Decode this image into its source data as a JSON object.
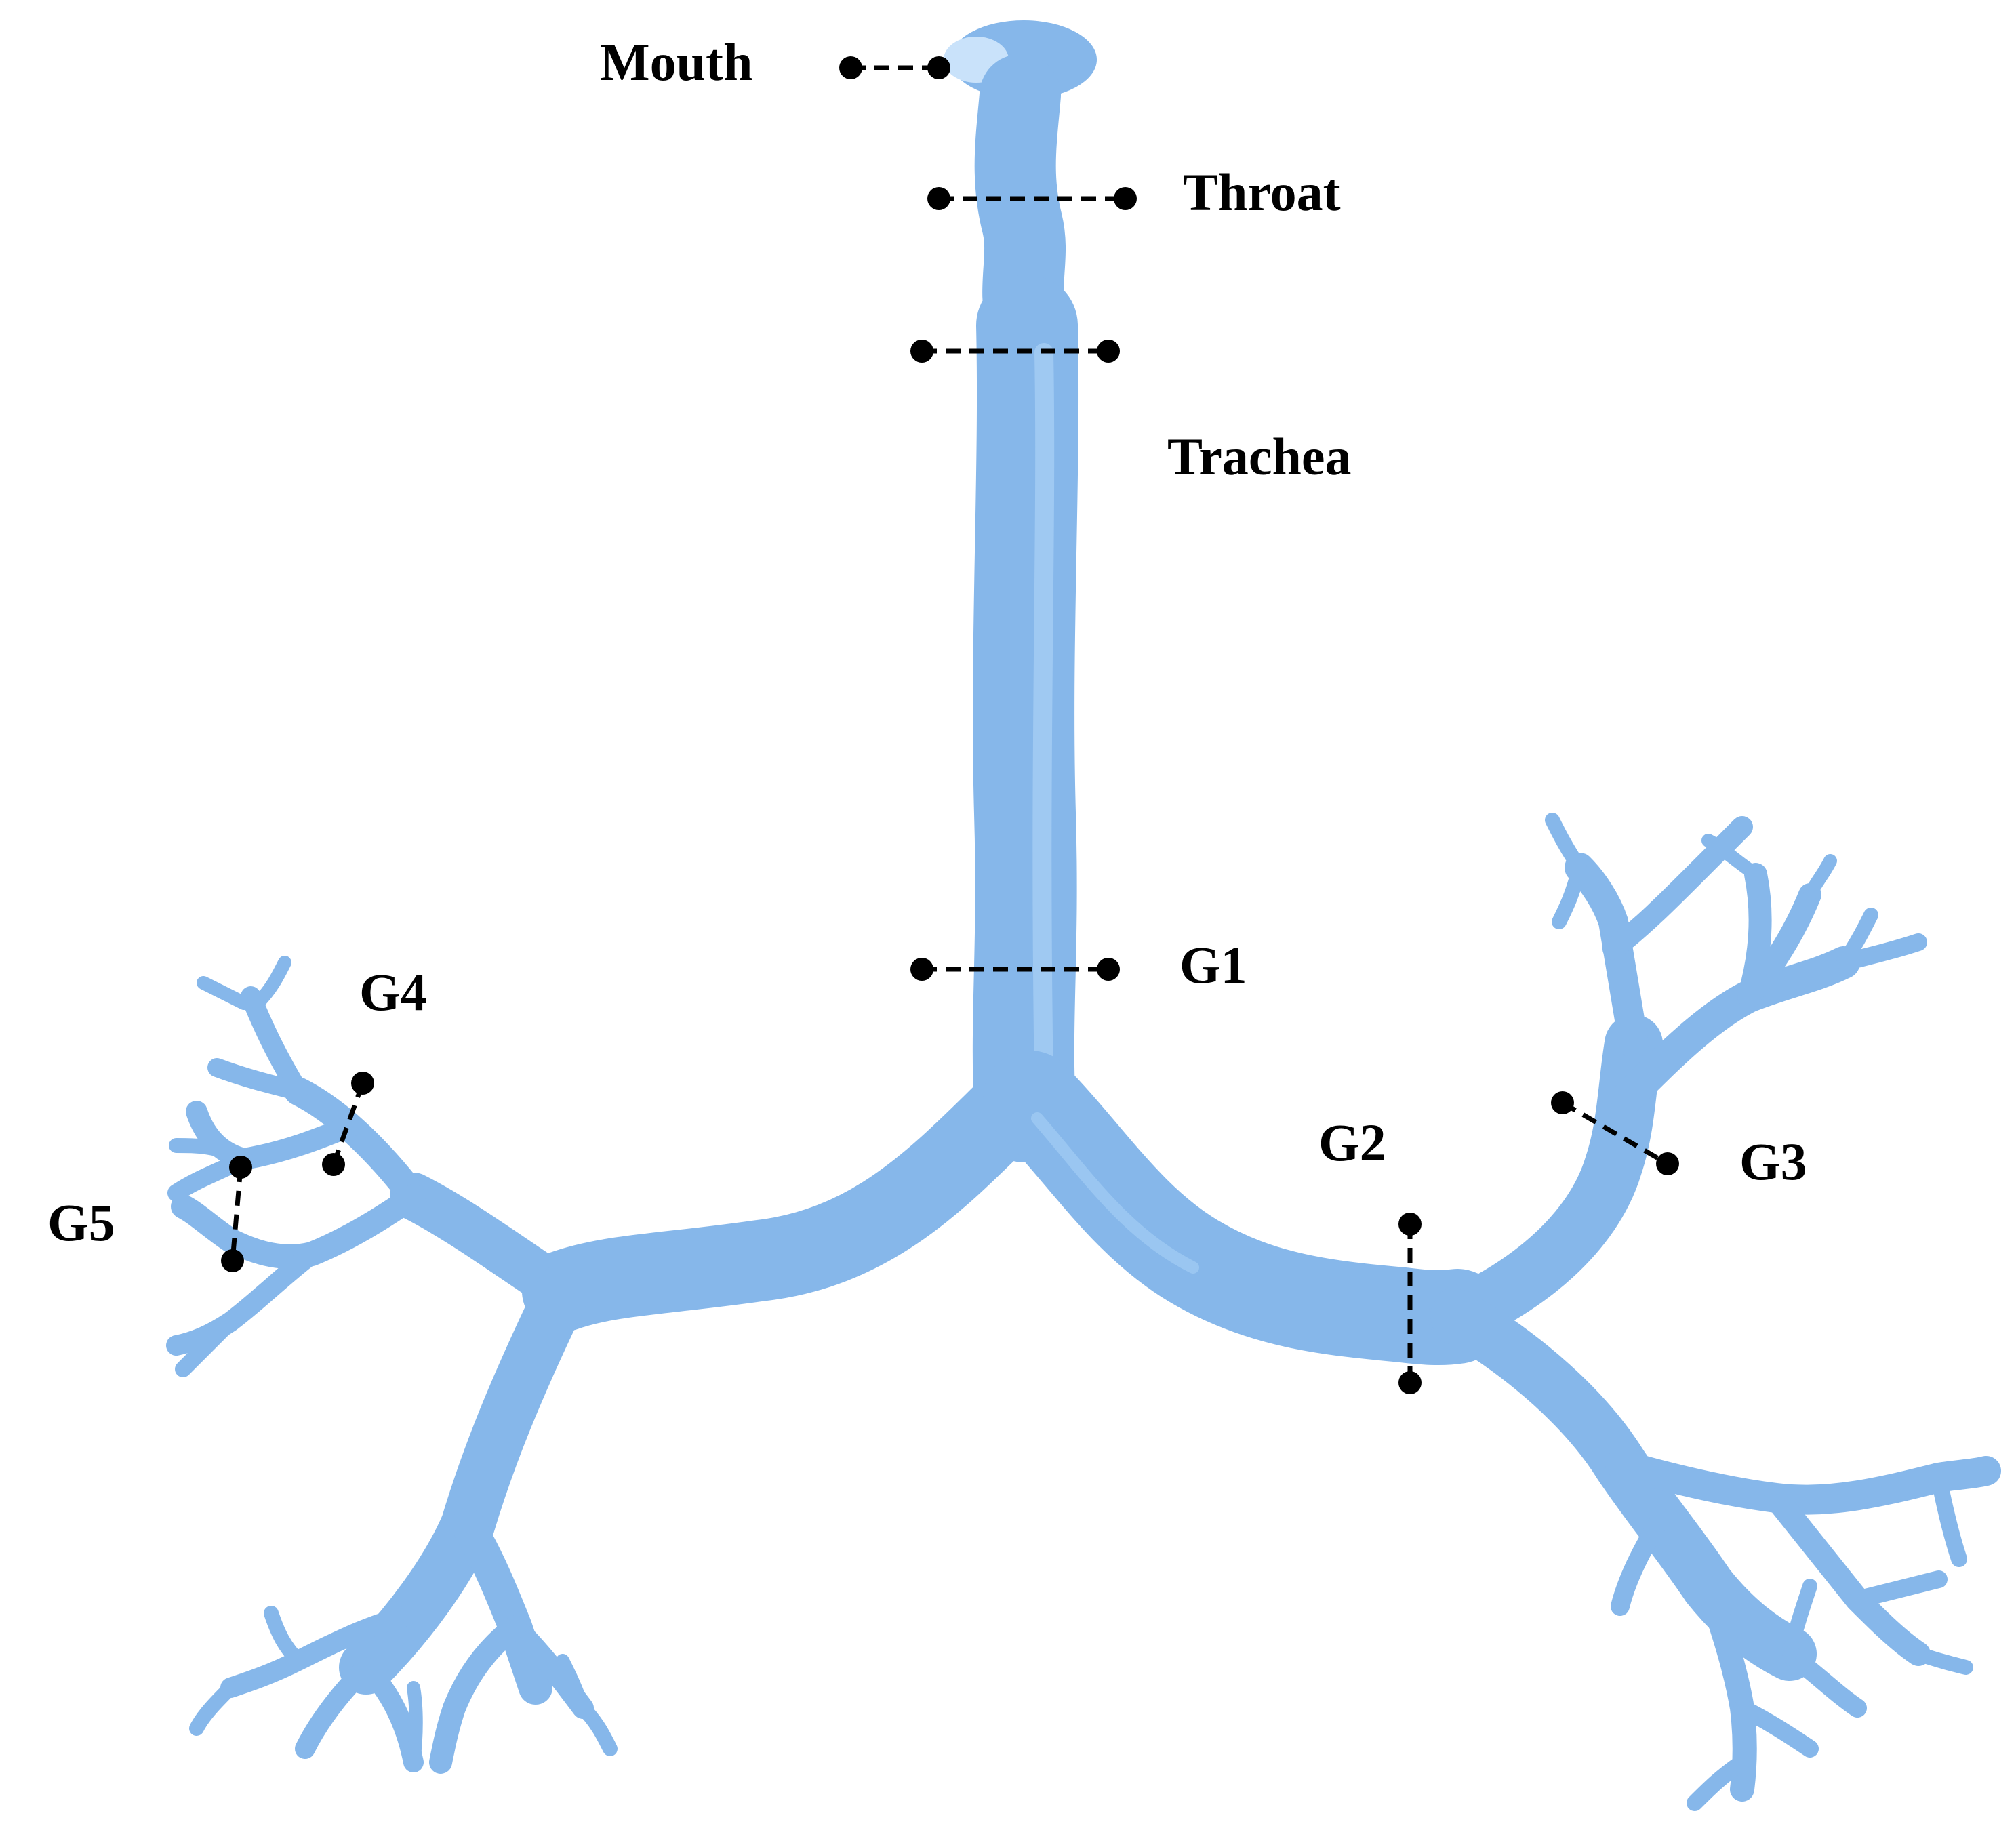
{
  "colors": {
    "airway": "#86b7ea",
    "airway_shade": "#6f9fd6",
    "airway_highlight": "#a9d0f5",
    "markers": "#000000",
    "background": "#ffffff"
  },
  "labels": {
    "mouth": "Mouth",
    "throat": "Throat",
    "trachea": "Trachea",
    "g1": "G1",
    "g2": "G2",
    "g3": "G3",
    "g4": "G4",
    "g5": "G5"
  }
}
